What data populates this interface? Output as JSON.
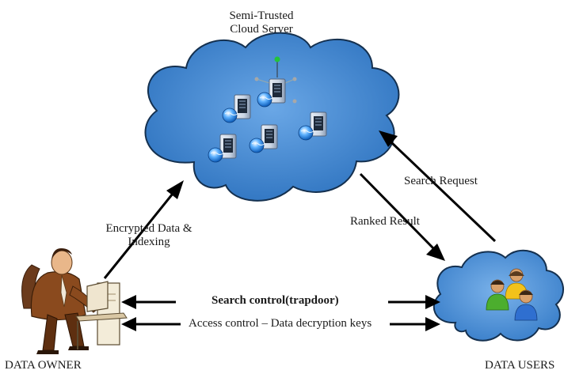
{
  "cloud_server": {
    "title_line1": "Semi-Trusted",
    "title_line2": "Cloud Server"
  },
  "edges": {
    "owner_to_cloud_line1": "Encrypted Data &",
    "owner_to_cloud_line2": "Indexing",
    "search_request": "Search Request",
    "ranked_result": "Ranked Result",
    "search_control": "Search control(trapdoor)",
    "access_control": "Access control – Data decryption keys"
  },
  "nodes": {
    "data_owner": "DATA OWNER",
    "data_users": "DATA USERS"
  },
  "colors": {
    "cloud_fill": "#3e86d2",
    "cloud_stroke": "#14304f",
    "arrow": "#000000"
  }
}
